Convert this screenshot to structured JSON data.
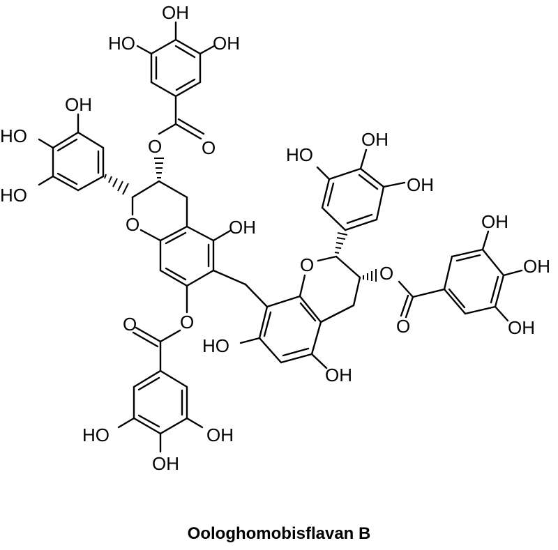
{
  "figure": {
    "compound_name": "Oologhomobisflavan B",
    "line_color": "#000000",
    "background": "#ffffff"
  },
  "labels": {
    "top_galloyl": {
      "oh_top": "OH",
      "ho_left": "HO",
      "oh_right": "OH",
      "carbonyl_o": "O",
      "ester_o": "O"
    },
    "left_b_ring": {
      "oh_top": "OH",
      "ho_mid": "HO",
      "ho_bottom": "HO"
    },
    "unit1": {
      "ring_o": "O",
      "oh_c5": "OH",
      "ester_o_c7": "O"
    },
    "bottom_galloyl": {
      "carbonyl_o": "O",
      "ho_left": "HO",
      "oh_right": "OH",
      "oh_bottom": "OH"
    },
    "right_b_ring": {
      "ho_left": "HO",
      "oh_top": "OH",
      "oh_right": "OH"
    },
    "unit2": {
      "ring_o": "O",
      "ester_o_c3": "O",
      "ho_c7": "HO",
      "oh_c5": "OH"
    },
    "right_galloyl": {
      "carbonyl_o": "O",
      "oh_top": "OH",
      "oh_mid": "OH",
      "oh_bottom": "OH"
    }
  }
}
